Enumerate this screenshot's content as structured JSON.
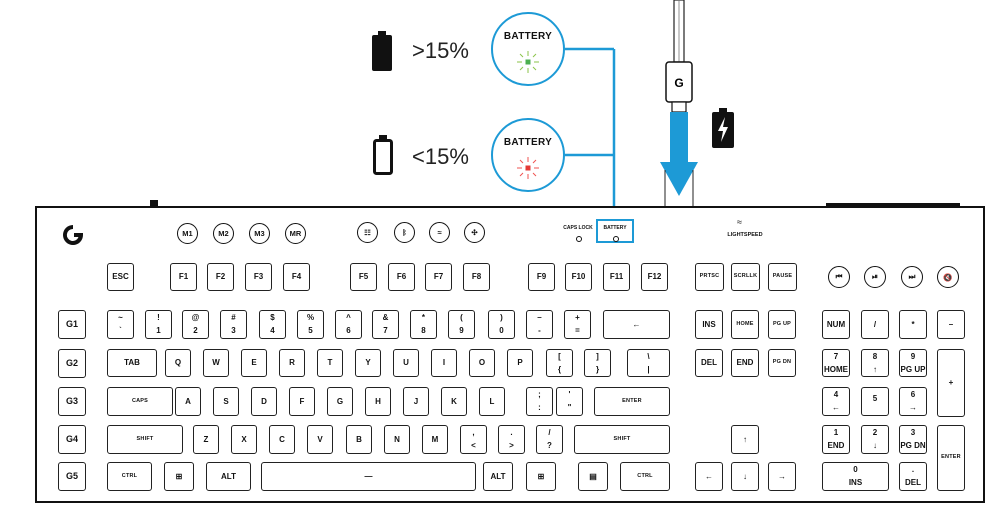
{
  "indicator": {
    "high_label": ">15%",
    "low_label": "<15%",
    "callout_label": "BATTERY",
    "high_led_color": "#4caf50",
    "low_led_color": "#e53935",
    "highlight_color": "#1d9ad6"
  },
  "status": {
    "caps_lock": "CAPS LOCK",
    "battery": "BATTERY",
    "lightspeed": "LIGHTSPEED"
  },
  "macro_keys": [
    "M1",
    "M2",
    "M3",
    "MR"
  ],
  "media_icons": [
    "game-mode-icon",
    "bluetooth-icon",
    "lightspeed-icon",
    "brightness-icon"
  ],
  "function_row": [
    "ESC",
    "F1",
    "F2",
    "F3",
    "F4",
    "F5",
    "F6",
    "F7",
    "F8",
    "F9",
    "F10",
    "F11",
    "F12"
  ],
  "nav_top": [
    "PRTSC",
    "SCRLLK",
    "PAUSE"
  ],
  "g_keys": [
    "G1",
    "G2",
    "G3",
    "G4",
    "G5"
  ],
  "row1": [
    [
      "`",
      "~"
    ],
    [
      "1",
      "!"
    ],
    [
      "2",
      "@"
    ],
    [
      "3",
      "#"
    ],
    [
      "4",
      "$"
    ],
    [
      "5",
      "%"
    ],
    [
      "6",
      "^"
    ],
    [
      "7",
      "&"
    ],
    [
      "8",
      "*"
    ],
    [
      "9",
      "("
    ],
    [
      "0",
      ")"
    ],
    [
      "-",
      "–"
    ],
    [
      "=",
      "+"
    ]
  ],
  "row2": {
    "tab": "TAB",
    "keys": [
      "Q",
      "W",
      "E",
      "R",
      "T",
      "Y",
      "U",
      "I",
      "O",
      "P"
    ],
    "brackets": [
      [
        "[",
        "{"
      ],
      [
        "]",
        "}"
      ],
      [
        "\\",
        "|"
      ]
    ]
  },
  "row3": {
    "caps": "CAPS",
    "keys": [
      "A",
      "S",
      "D",
      "F",
      "G",
      "H",
      "J",
      "K",
      "L"
    ],
    "punct": [
      [
        ";",
        ":"
      ],
      [
        "'",
        "\""
      ]
    ],
    "enter": "ENTER"
  },
  "row4": {
    "lshift": "SHIFT",
    "keys": [
      "Z",
      "X",
      "C",
      "V",
      "B",
      "N",
      "M"
    ],
    "punct": [
      [
        ",",
        "<"
      ],
      [
        ".",
        ">"
      ],
      [
        "/",
        "?"
      ]
    ],
    "rshift": "SHIFT"
  },
  "row5": {
    "lctrl": "CTRL",
    "lalt": "ALT",
    "ralt": "ALT",
    "rctrl": "CTRL"
  },
  "nav_mid": [
    "INS",
    "HOME",
    "PG UP",
    "DEL",
    "END",
    "PG DN"
  ],
  "numpad": {
    "row1": [
      "NUM",
      "/",
      "*",
      "–"
    ],
    "r2": [
      [
        "7",
        "HOME"
      ],
      [
        "8",
        "↑"
      ],
      [
        "9",
        "PG UP"
      ]
    ],
    "plus": "+",
    "r3": [
      [
        "4",
        "←"
      ],
      [
        "5",
        ""
      ],
      [
        "6",
        "→"
      ]
    ],
    "r4": [
      [
        "1",
        "END"
      ],
      [
        "2",
        "↓"
      ],
      [
        "3",
        "PG DN"
      ]
    ],
    "enter": "ENTER",
    "zero": [
      "0",
      "INS"
    ],
    "dot": [
      ".",
      "DEL"
    ]
  },
  "arrows": [
    "↑",
    "←",
    "↓",
    "→"
  ]
}
